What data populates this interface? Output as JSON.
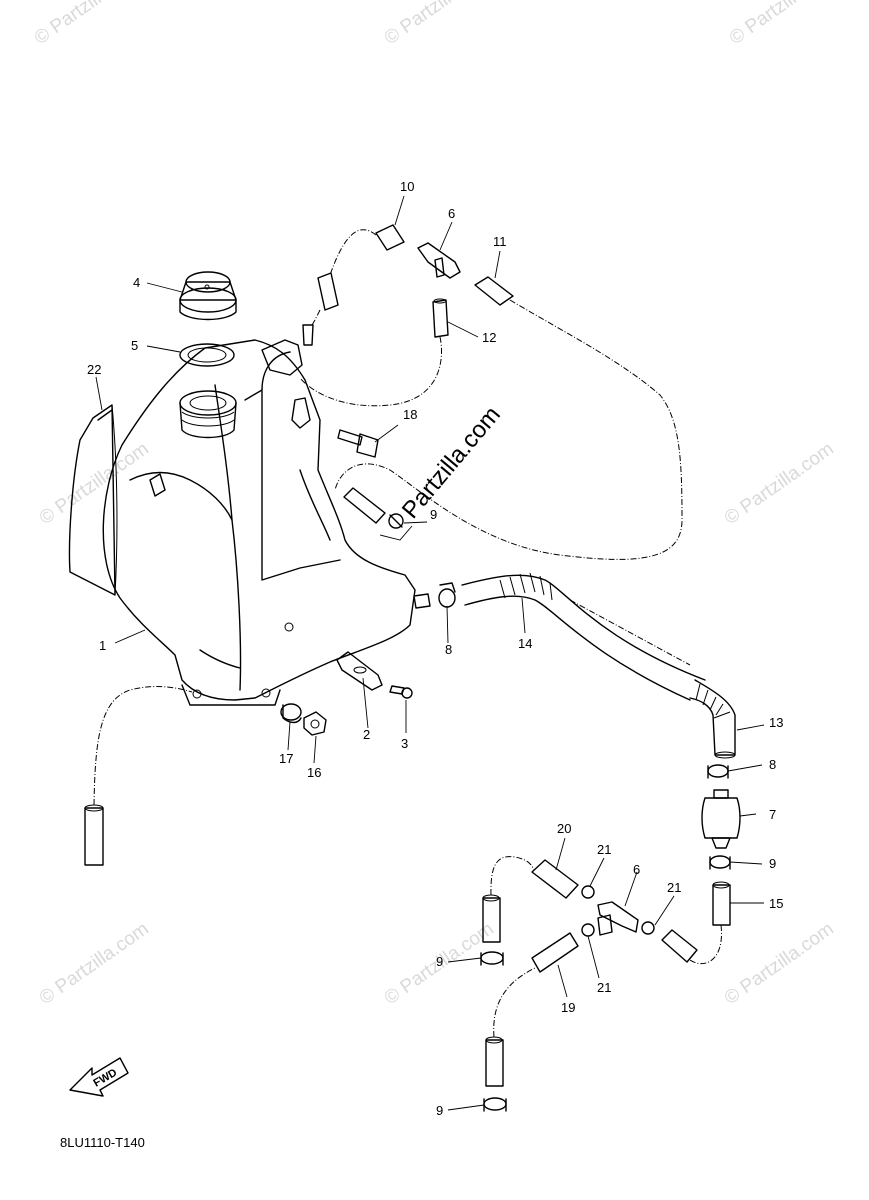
{
  "watermark": {
    "text": "© Partzilla.com",
    "main_text": "Partzilla.com",
    "color": "#d9d9d9"
  },
  "diagram_code": "8LU1110-T140",
  "fwd_label": "FWD",
  "callouts": {
    "c1": "1",
    "c2": "2",
    "c3": "3",
    "c4": "4",
    "c5": "5",
    "c6a": "6",
    "c6b": "6",
    "c7": "7",
    "c8a": "8",
    "c8b": "8",
    "c9a": "9",
    "c9b": "9",
    "c9c": "9",
    "c9d": "9",
    "c10": "10",
    "c11": "11",
    "c12": "12",
    "c13": "13",
    "c14": "14",
    "c15": "15",
    "c16": "16",
    "c17": "17",
    "c18": "18",
    "c19": "19",
    "c20": "20",
    "c21a": "21",
    "c21b": "21",
    "c21c": "21",
    "c22": "22"
  }
}
